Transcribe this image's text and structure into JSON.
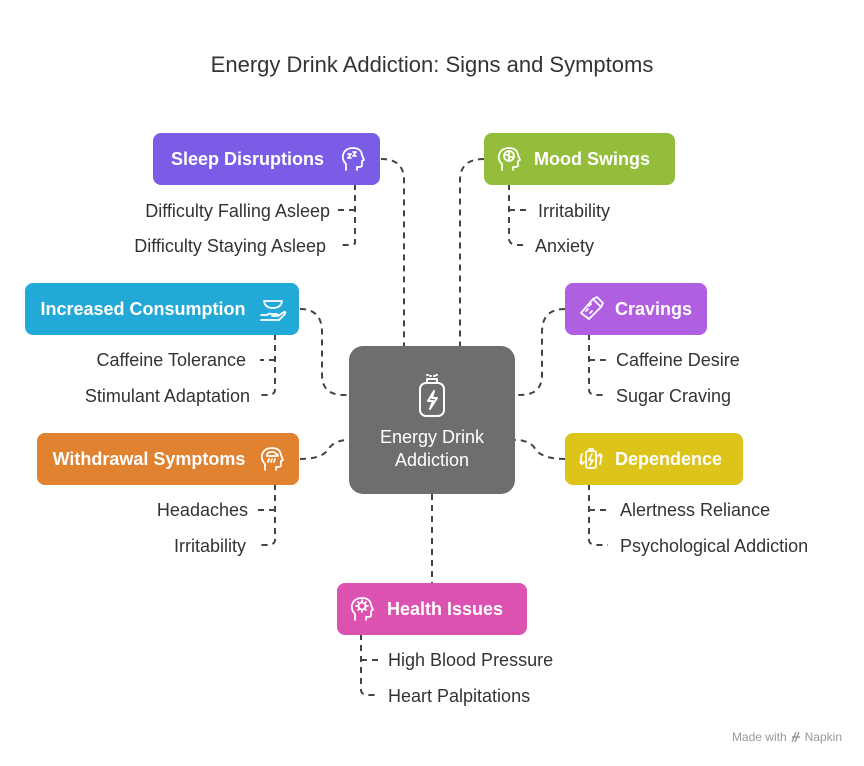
{
  "title": "Energy Drink Addiction: Signs and Symptoms",
  "center": {
    "line1": "Energy Drink",
    "line2": "Addiction",
    "icon": "energy-can-icon"
  },
  "categories": [
    {
      "label": "Sleep Disruptions",
      "color": "#7b5ce6",
      "icon": "sleep-head-icon",
      "items": [
        "Difficulty Falling Asleep",
        "Difficulty Staying Asleep"
      ]
    },
    {
      "label": "Mood Swings",
      "color": "#93bd3a",
      "icon": "brain-head-icon",
      "items": [
        "Irritability",
        "Anxiety"
      ]
    },
    {
      "label": "Increased Consumption",
      "color": "#22a9d8",
      "icon": "bowl-hand-icon",
      "items": [
        "Caffeine Tolerance",
        "Stimulant Adaptation"
      ]
    },
    {
      "label": "Cravings",
      "color": "#b05fe0",
      "icon": "candy-bar-icon",
      "items": [
        "Caffeine Desire",
        "Sugar Craving"
      ]
    },
    {
      "label": "Withdrawal Symptoms",
      "color": "#e0822f",
      "icon": "rain-head-icon",
      "items": [
        "Headaches",
        "Irritability"
      ]
    },
    {
      "label": "Dependence",
      "color": "#dcc41a",
      "icon": "battery-cycle-icon",
      "items": [
        "Alertness Reliance",
        "Psychological Addiction"
      ]
    },
    {
      "label": "Health Issues",
      "color": "#dc52b1",
      "icon": "virus-head-icon",
      "items": [
        "High Blood Pressure",
        "Heart Palpitations"
      ]
    }
  ],
  "footer": {
    "text": "Made with",
    "brand": "Napkin"
  }
}
